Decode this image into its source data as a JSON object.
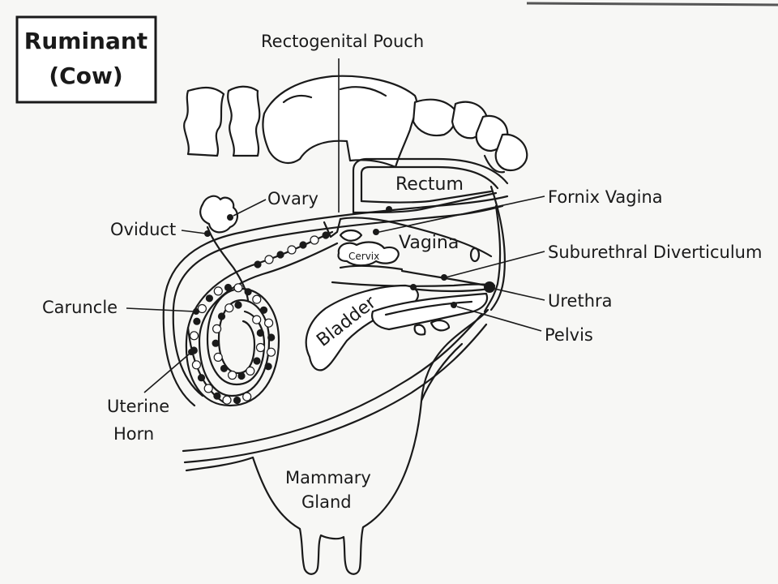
{
  "title": {
    "line1": "Ruminant",
    "line2": "(Cow)"
  },
  "labels": {
    "rectogenital_pouch": "Rectogenital Pouch",
    "rectum": "Rectum",
    "ovary": "Ovary",
    "oviduct": "Oviduct",
    "fornix_vagina": "Fornix Vagina",
    "vagina": "Vagina",
    "cervix": "Cervix",
    "suburethral_diverticulum": "Suburethral Diverticulum",
    "urethra": "Urethra",
    "caruncle": "Caruncle",
    "bladder": "Bladder",
    "pelvis": "Pelvis",
    "uterine_horn_line1": "Uterine",
    "uterine_horn_line2": "Horn",
    "mammary_gland_line1": "Mammary",
    "mammary_gland_line2": "Gland"
  },
  "colors": {
    "ink": "#1a1a1a",
    "paper": "#f7f7f5"
  }
}
